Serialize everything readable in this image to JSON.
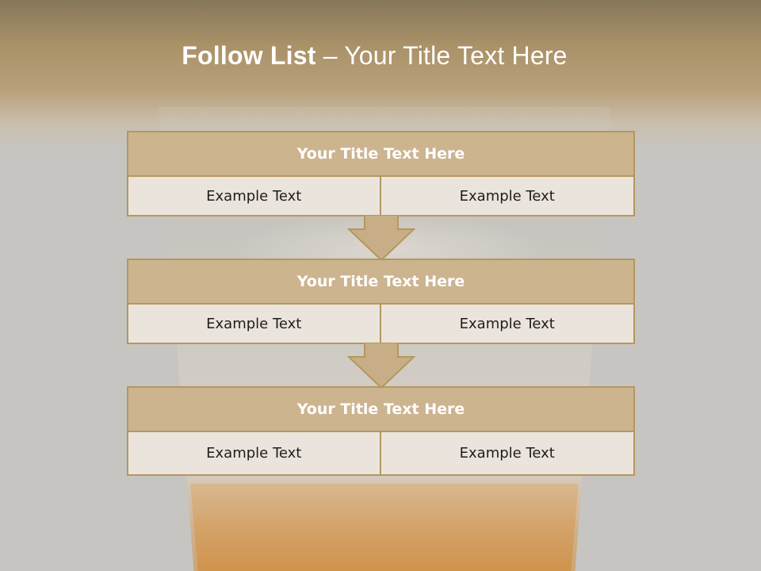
{
  "slide": {
    "title_bold": "Follow List",
    "title_rest": "– Your Title Text Here"
  },
  "blocks": [
    {
      "title": "Your Title Text Here",
      "left": "Example Text",
      "right": "Example Text"
    },
    {
      "title": "Your Title Text Here",
      "left": "Example Text",
      "right": "Example Text"
    },
    {
      "title": "Your Title Text Here",
      "left": "Example Text",
      "right": "Example Text"
    }
  ],
  "colors": {
    "header_fill": "#ccb48f",
    "border": "#b4975f",
    "cell_fill": "#ebe4dc",
    "arrow_fill": "#c8ae86"
  }
}
